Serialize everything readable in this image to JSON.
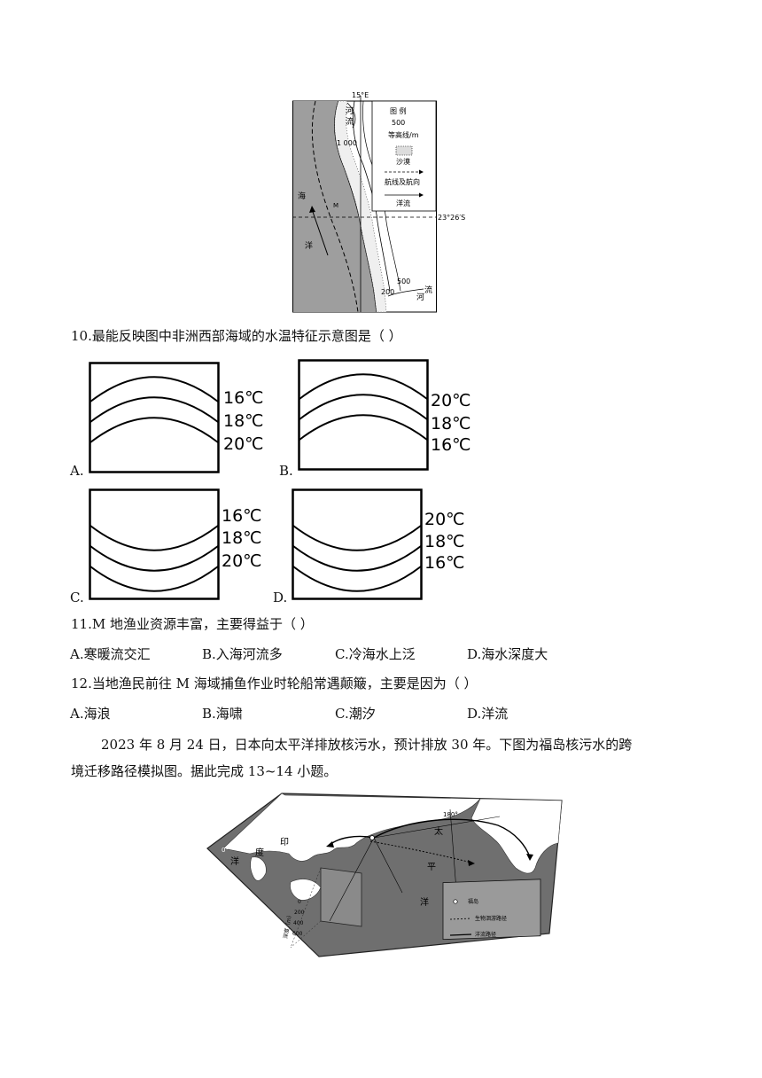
{
  "map1": {
    "meridian_label": "15°E",
    "tropic_label": "23°26′S",
    "legend_title": "图 例",
    "legend_contour_value": "500",
    "legend_contour_label": "等高线/m",
    "legend_desert_label": "沙漠",
    "legend_route_label": "航线及航向",
    "legend_current_label": "洋流",
    "river_top_1": "河",
    "river_top_2": "流",
    "river_bottom_1": "流",
    "river_bottom_2": "河",
    "contour_1000": "1 000",
    "contour_500": "500",
    "contour_200": "200",
    "ocean_1": "海",
    "ocean_2": "洋",
    "point_m": "M"
  },
  "q10": {
    "text": "10.最能反映图中非洲西部海域的水温特征示意图是（    ）",
    "options": [
      {
        "letter": "A.",
        "labels": [
          "16℃",
          "18℃",
          "20℃"
        ],
        "shape": "crest"
      },
      {
        "letter": "B.",
        "labels": [
          "20℃",
          "18℃",
          "16℃"
        ],
        "shape": "crest"
      },
      {
        "letter": "C.",
        "labels": [
          "16℃",
          "18℃",
          "20℃"
        ],
        "shape": "trough"
      },
      {
        "letter": "D.",
        "labels": [
          "20℃",
          "18℃",
          "16℃"
        ],
        "shape": "trough"
      }
    ]
  },
  "q11": {
    "text": "11.M 地渔业资源丰富，主要得益于（    ）",
    "options": [
      "A.寒暖流交汇",
      "B.入海河流多",
      "C.冷海水上泛",
      "D.海水深度大"
    ]
  },
  "q12": {
    "text": "12.当地渔民前往 M 海域捕鱼作业时轮船常遇颠簸，主要是因为（    ）",
    "options": [
      "A.海浪",
      "B.海啸",
      "C.潮汐",
      "D.洋流"
    ]
  },
  "passage": {
    "line1": "2023 年 8 月 24 日，日本向太平洋排放核污水，预计排放 30 年。下图为福岛核污水的跨",
    "line2": "境迁移路径模拟图。据此完成 13~14 小题。"
  },
  "map2": {
    "deg0": "0°",
    "deg180": "180°",
    "yin": "印",
    "du": "度",
    "yang_left": "洋",
    "tai": "太",
    "ping": "平",
    "yang_right": "洋",
    "depth_title": "深度（m）",
    "depth_ticks": [
      "0",
      "200",
      "400",
      "600"
    ],
    "legend_fukushima": "福岛",
    "legend_bio": "生物洄游路径",
    "legend_current": "洋流路径"
  }
}
